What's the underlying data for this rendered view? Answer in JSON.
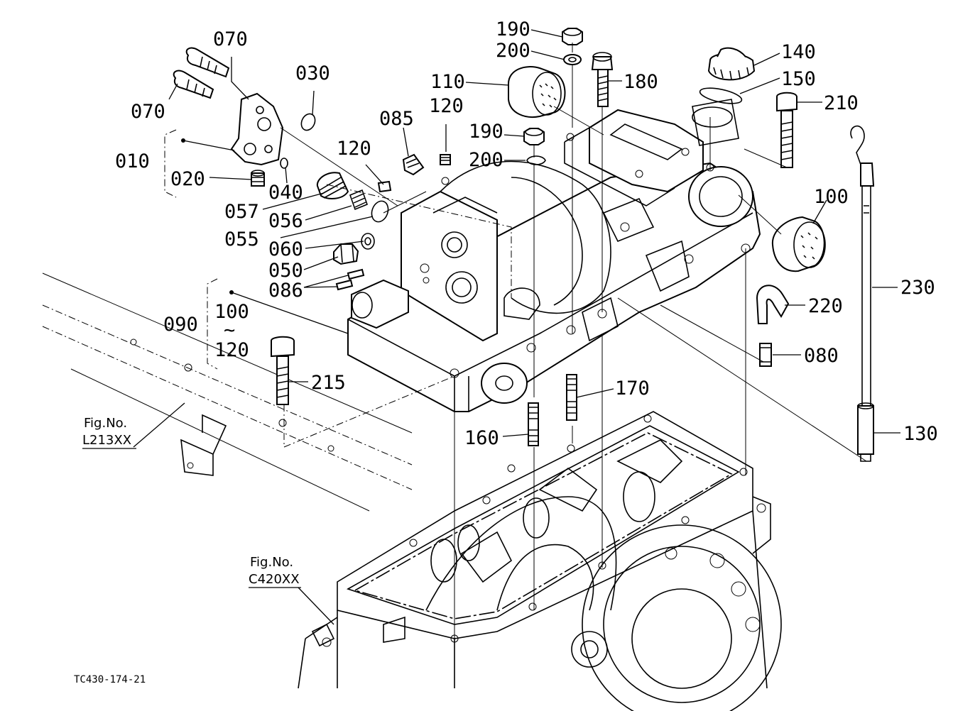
{
  "drawing_code": "TC430-174-21",
  "references": [
    {
      "id": "fig-l213",
      "line1": "Fig.No.",
      "line2": "L213XX"
    },
    {
      "id": "fig-c420",
      "line1": "Fig.No.",
      "line2": "C420XX"
    }
  ],
  "callouts": [
    {
      "id": "070a",
      "text": "070"
    },
    {
      "id": "070b",
      "text": "070"
    },
    {
      "id": "030",
      "text": "030"
    },
    {
      "id": "010",
      "text": "010"
    },
    {
      "id": "020",
      "text": "020"
    },
    {
      "id": "040",
      "text": "040"
    },
    {
      "id": "057",
      "text": "057"
    },
    {
      "id": "056",
      "text": "056"
    },
    {
      "id": "055",
      "text": "055"
    },
    {
      "id": "060",
      "text": "060"
    },
    {
      "id": "050",
      "text": "050"
    },
    {
      "id": "086",
      "text": "086"
    },
    {
      "id": "090",
      "text": "090"
    },
    {
      "id": "100a",
      "text": "100"
    },
    {
      "id": "tilde",
      "text": "~"
    },
    {
      "id": "120a",
      "text": "120"
    },
    {
      "id": "120b",
      "text": "120"
    },
    {
      "id": "120c",
      "text": "120"
    },
    {
      "id": "085",
      "text": "085"
    },
    {
      "id": "110",
      "text": "110"
    },
    {
      "id": "190a",
      "text": "190"
    },
    {
      "id": "200a",
      "text": "200"
    },
    {
      "id": "190b",
      "text": "190"
    },
    {
      "id": "200b",
      "text": "200"
    },
    {
      "id": "180",
      "text": "180"
    },
    {
      "id": "140",
      "text": "140"
    },
    {
      "id": "150",
      "text": "150"
    },
    {
      "id": "210",
      "text": "210"
    },
    {
      "id": "100b",
      "text": "100"
    },
    {
      "id": "230",
      "text": "230"
    },
    {
      "id": "220",
      "text": "220"
    },
    {
      "id": "080",
      "text": "080"
    },
    {
      "id": "215",
      "text": "215"
    },
    {
      "id": "170",
      "text": "170"
    },
    {
      "id": "160",
      "text": "160"
    },
    {
      "id": "130",
      "text": "130"
    }
  ]
}
